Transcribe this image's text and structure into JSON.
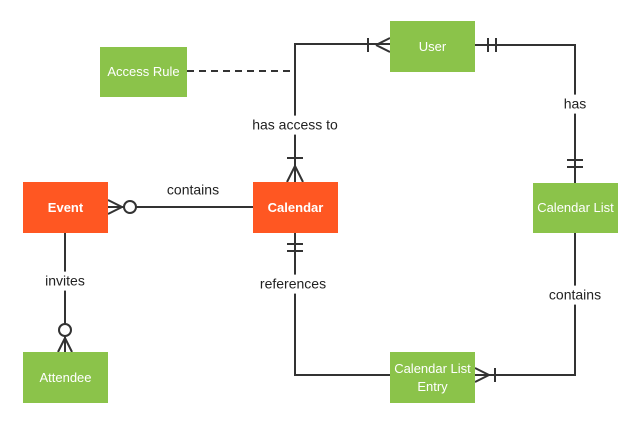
{
  "diagram": {
    "type": "entity-relationship",
    "background": "#ffffff",
    "colors": {
      "entity_primary": "#ff5722",
      "entity_secondary": "#8bc34a",
      "entity_text": "#ffffff",
      "line": "#333333",
      "label_text": "#212121"
    },
    "entities": {
      "event": {
        "label": "Event",
        "color": "#ff5722"
      },
      "calendar": {
        "label": "Calendar",
        "color": "#ff5722"
      },
      "user": {
        "label": "User",
        "color": "#8bc34a"
      },
      "access_rule": {
        "label": "Access Rule",
        "color": "#8bc34a"
      },
      "calendar_list": {
        "label": "Calendar List",
        "color": "#8bc34a"
      },
      "calendar_list_entry": {
        "label": "Calendar List Entry",
        "color": "#8bc34a"
      },
      "attendee": {
        "label": "Attendee",
        "color": "#8bc34a"
      }
    },
    "relationships": {
      "event_contains_calendar": {
        "label": "contains",
        "from": "Event",
        "to": "Calendar",
        "from_cardinality": "zero-or-many"
      },
      "calendar_has_access_to_user": {
        "label": "has access to",
        "from": "Calendar",
        "to": "User",
        "from_cardinality": "one-or-many",
        "to_cardinality": "one-or-many"
      },
      "user_has_calendar_list": {
        "label": "has",
        "from": "User",
        "to": "Calendar List",
        "from_cardinality": "exactly-one",
        "to_cardinality": "exactly-one"
      },
      "calendar_references_entry": {
        "label": "references",
        "from": "Calendar",
        "to": "Calendar List Entry",
        "from_cardinality": "exactly-one"
      },
      "calendar_list_contains_entry": {
        "label": "contains",
        "from": "Calendar List",
        "to": "Calendar List Entry",
        "to_cardinality": "one-or-many"
      },
      "event_invites_attendee": {
        "label": "invites",
        "from": "Event",
        "to": "Attendee",
        "to_cardinality": "zero-or-many"
      },
      "access_rule_annotation": {
        "label": "",
        "from": "Access Rule",
        "to": "has access to relationship",
        "style": "dashed"
      }
    }
  }
}
